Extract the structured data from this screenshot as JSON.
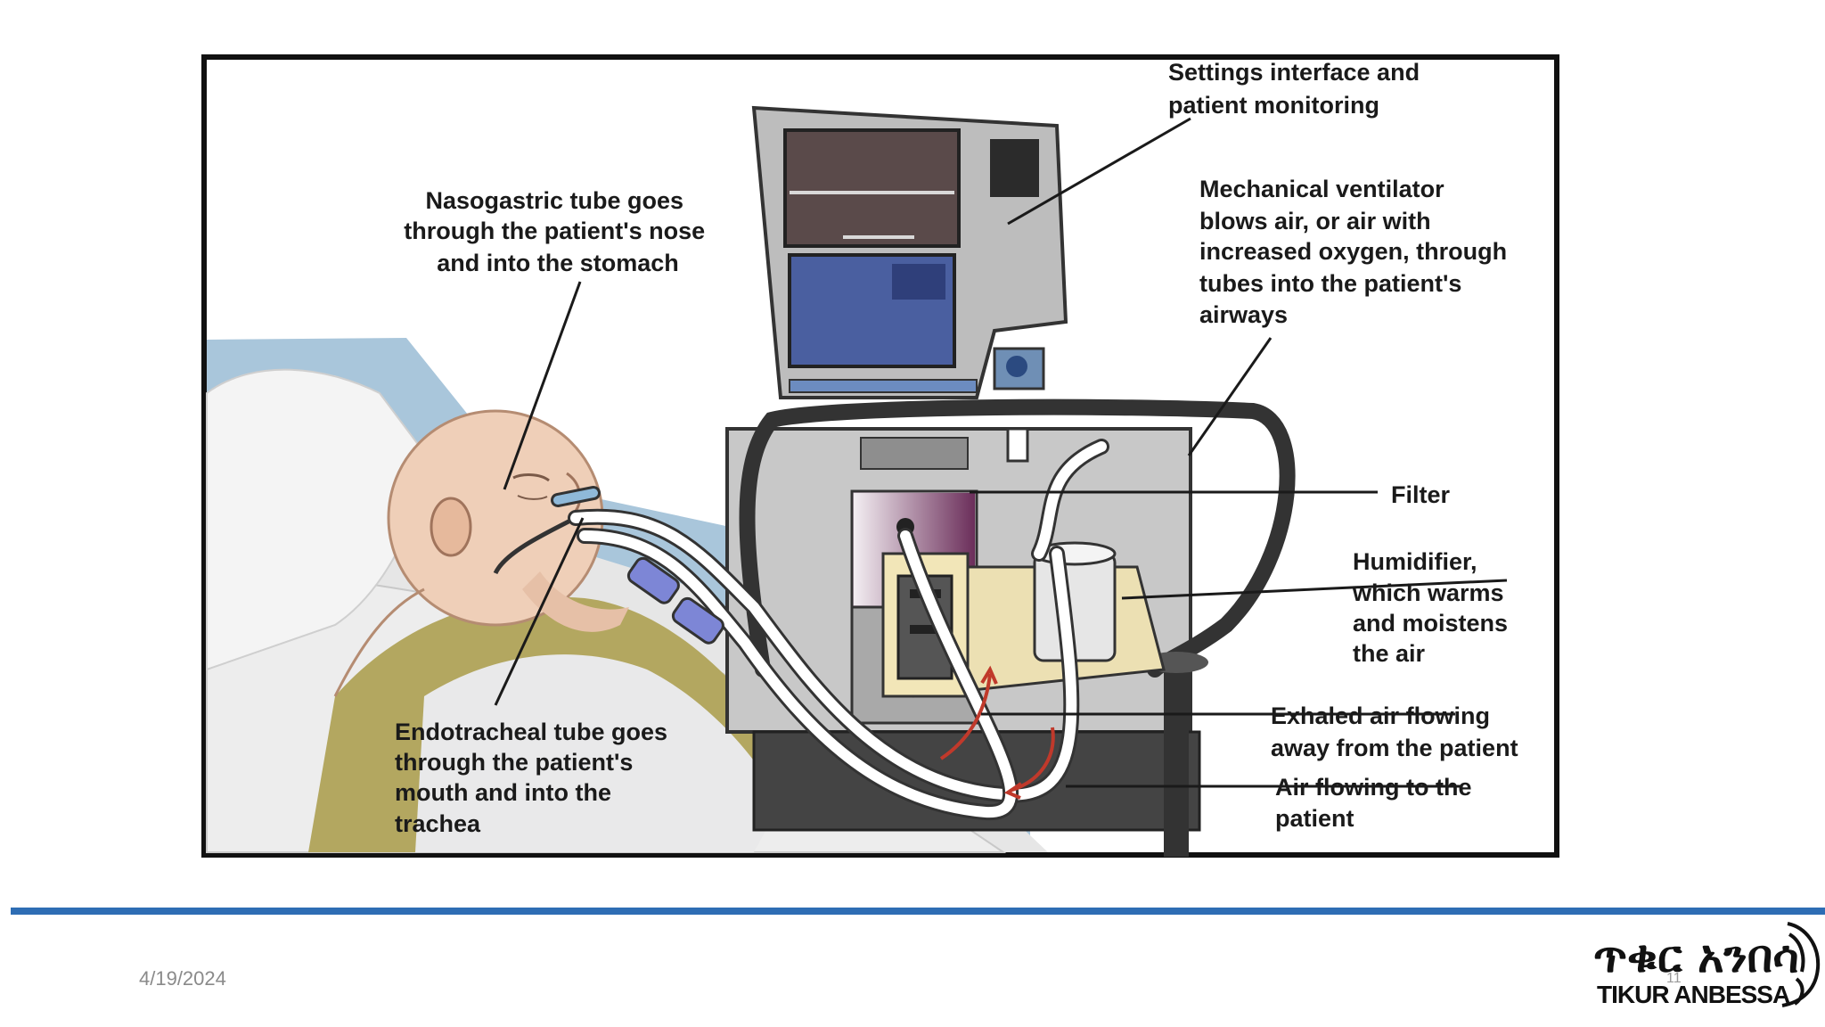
{
  "figure": {
    "labels": {
      "settings": [
        "Settings interface and",
        "patient monitoring"
      ],
      "nasogastric": [
        "Nasogastric tube goes",
        "through the patient's nose",
        "and into the stomach"
      ],
      "ventilator": [
        "Mechanical ventilator",
        "blows air, or air with",
        "increased oxygen, through",
        "tubes into the patient's",
        "airways"
      ],
      "filter": [
        "Filter"
      ],
      "humidifier": [
        "Humidifier,",
        "which warms",
        "and moistens",
        "the air"
      ],
      "exhaled": [
        "Exhaled air flowing",
        "away from the patient"
      ],
      "air_to": [
        "Air flowing to the",
        "patient"
      ],
      "endotracheal": [
        "Endotracheal tube goes",
        "through the patient's",
        "mouth and into the",
        "trachea"
      ]
    }
  },
  "footer": {
    "date": "4/19/2024",
    "page_number": "11",
    "logo_text_amharic": "ጥቁር አንበሳ",
    "logo_text_english": "TIKUR ANBESSA"
  },
  "colors": {
    "footer_rule": "#2e6db4",
    "figure_border": "#111111",
    "arrow_red": "#c0392b"
  }
}
